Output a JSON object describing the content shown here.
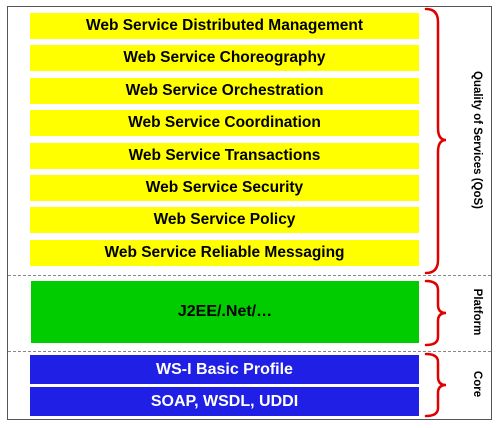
{
  "stack": {
    "qos_layers": [
      "Web Service Distributed Management",
      "Web Service Choreography",
      "Web Service Orchestration",
      "Web Service Coordination",
      "Web Service Transactions",
      "Web Service Security",
      "Web Service Policy",
      "Web Service Reliable Messaging"
    ],
    "platform_layer": "J2EE/.Net/…",
    "core_layers": [
      "WS-I Basic Profile",
      "SOAP, WSDL, UDDI"
    ]
  },
  "groups": {
    "qos_label": "Quality of Services (QoS)",
    "platform_label": "Platform",
    "core_label": "Core"
  },
  "colors": {
    "qos": "#ffff00",
    "platform": "#00cc00",
    "core": "#1f1fe6",
    "brace": "#e00000"
  }
}
